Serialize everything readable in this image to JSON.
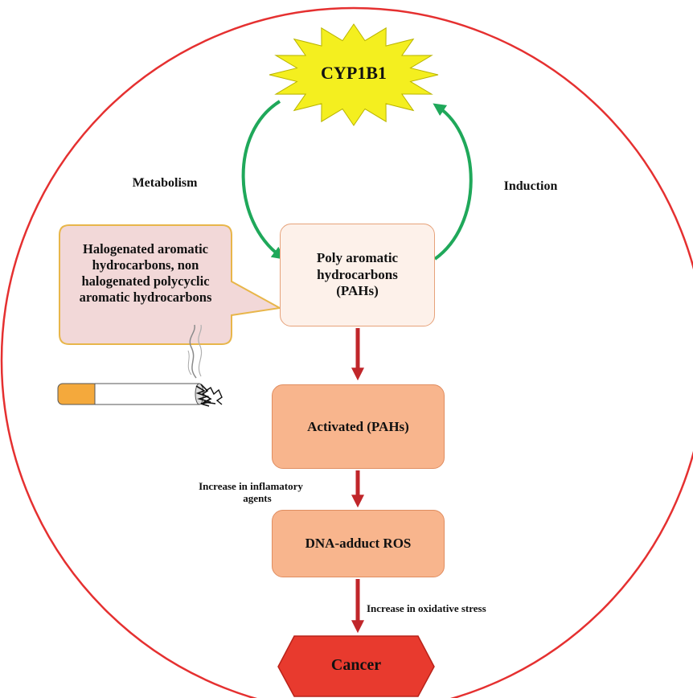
{
  "nodes": {
    "cyp1b1": "CYP1B1",
    "pahs": [
      "Poly aromatic",
      "hydrocarbons",
      "(PAHs)"
    ],
    "activated": "Activated (PAHs)",
    "dna_adduct": "DNA-adduct ROS",
    "cancer": "Cancer",
    "callout": [
      "Halogenated aromatic",
      "hydrocarbons, non",
      "halogenated polycyclic",
      "aromatic hydrocarbons"
    ]
  },
  "edges": {
    "metabolism": "Metabolism",
    "induction": "Induction",
    "inflammatory": [
      "Increase in inflamatory",
      "agents"
    ],
    "oxidative": "Increase in oxidative stress"
  },
  "colors": {
    "circle": "#e53030",
    "star_fill": "#f4ef1f",
    "cycle_arrow": "#1fa85a",
    "flow_arrow": "#c0262a",
    "box_light": "#fdf1ea",
    "box_orange": "#f8b58d",
    "callout_fill": "#f2d8d8",
    "callout_border": "#e8b64a",
    "cancer_fill": "#e83a2e"
  },
  "icons": {
    "cigarette": "cigarette-icon"
  }
}
